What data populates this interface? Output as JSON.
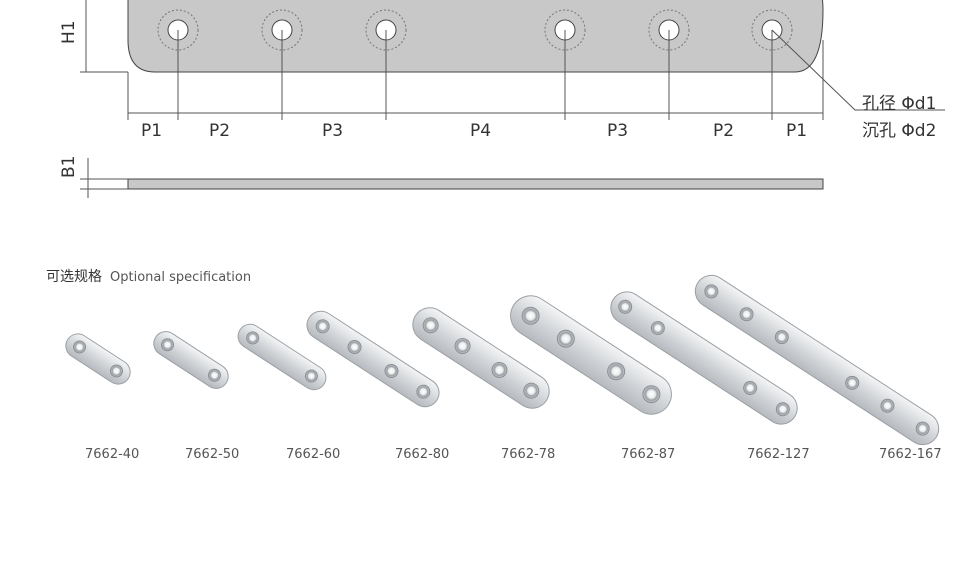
{
  "drawing": {
    "height_label": "H1",
    "thickness_label": "B1",
    "pitch_labels": [
      "P1",
      "P2",
      "P3",
      "P4",
      "P3",
      "P2",
      "P1"
    ],
    "hole_note": "孔径 Φd1",
    "countersink_note": "沉孔 Φd2"
  },
  "specs": {
    "title_cn": "可选规格",
    "title_en": "Optional specification",
    "models": [
      "7662-40",
      "7662-50",
      "7662-60",
      "7662-80",
      "7662-78",
      "7662-87",
      "7662-127",
      "7662-167"
    ]
  },
  "colors": {
    "plate_fill": "#c8c8c8",
    "line": "#555555",
    "steel": "#d9dcdf"
  }
}
